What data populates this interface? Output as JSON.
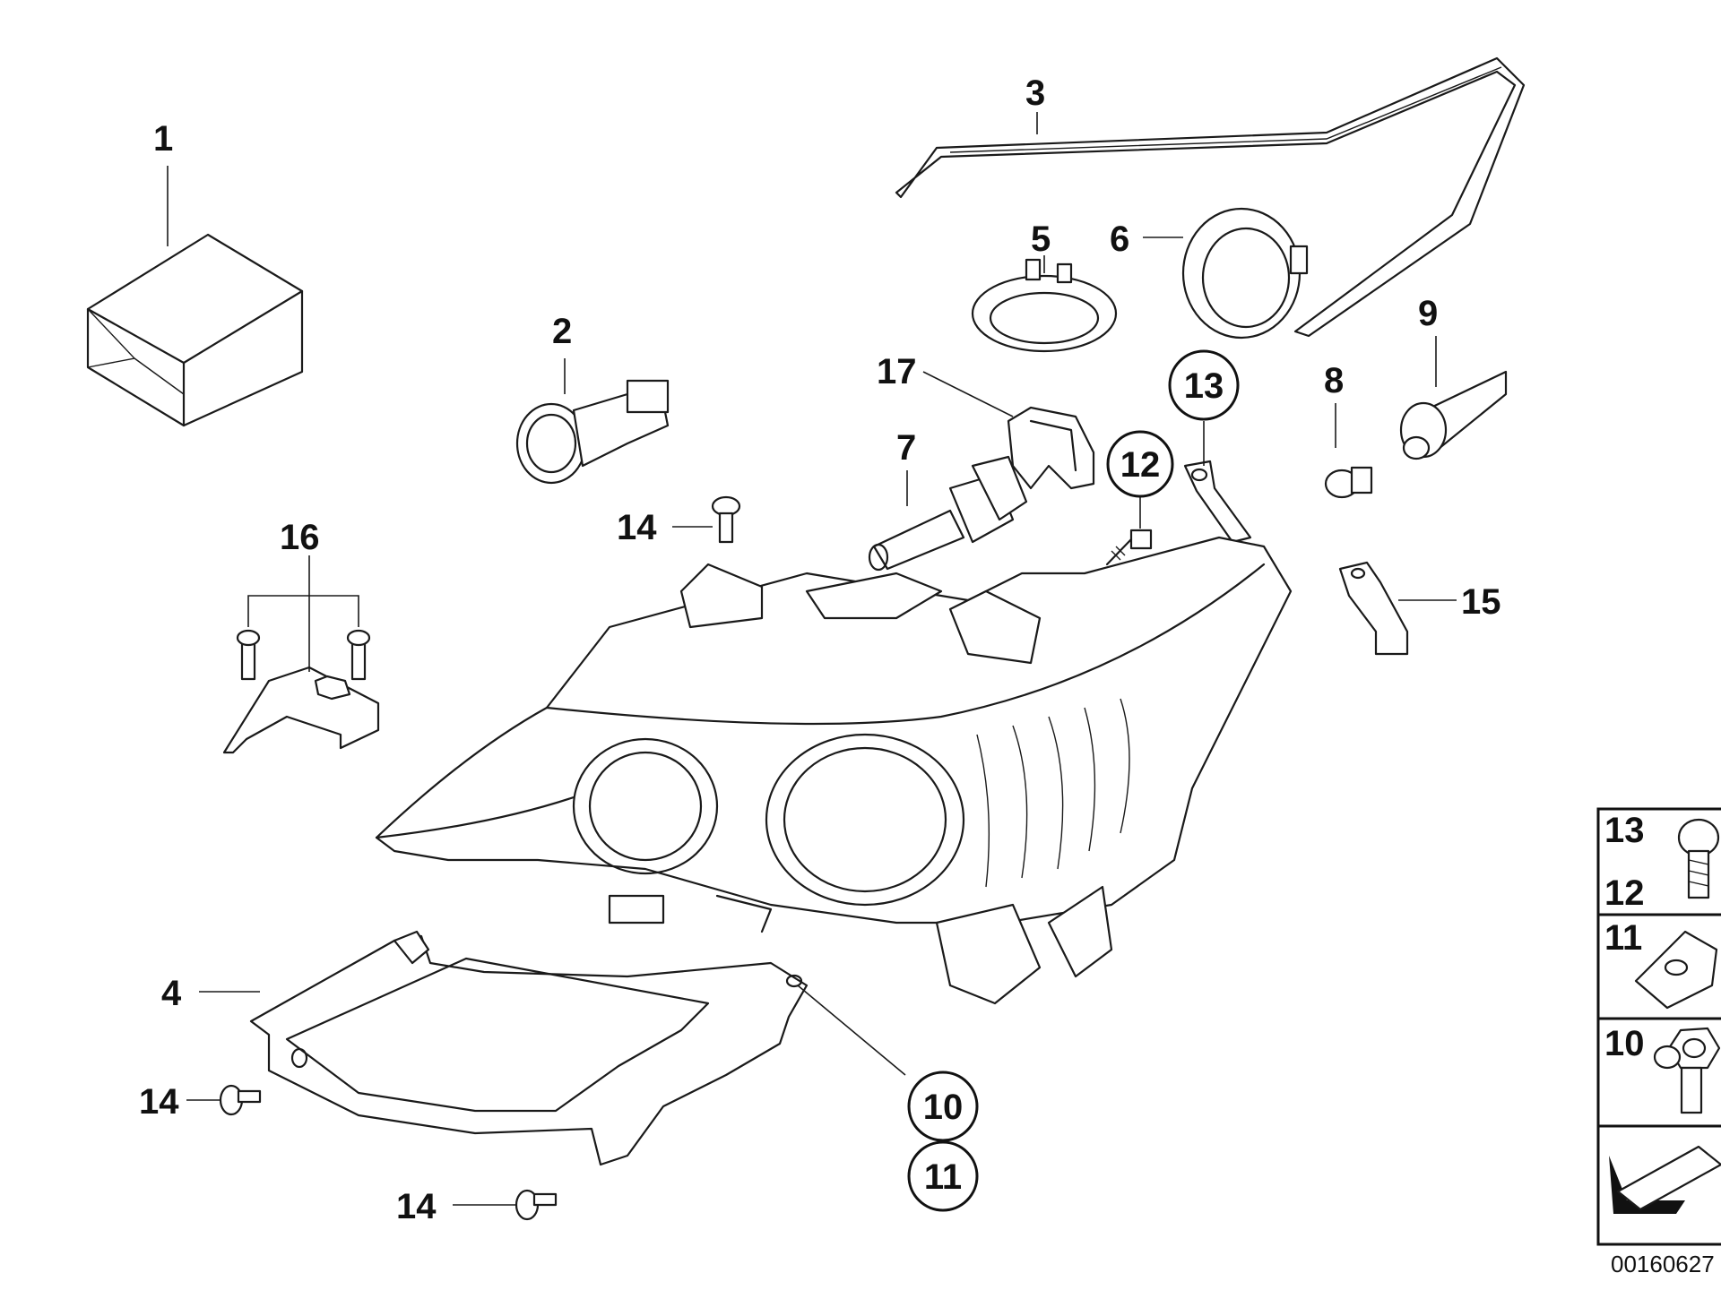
{
  "callouts": {
    "c1": "1",
    "c2": "2",
    "c3": "3",
    "c4": "4",
    "c5": "5",
    "c6": "6",
    "c7": "7",
    "c8": "8",
    "c9": "9",
    "c10": "10",
    "c11": "11",
    "c12": "12",
    "c13": "13",
    "c14a": "14",
    "c14b": "14",
    "c14c": "14",
    "c15": "15",
    "c16": "16",
    "c17": "17"
  },
  "legend": {
    "row1_top": "13",
    "row1_bottom": "12",
    "row2": "11",
    "row3": "10"
  },
  "catalog_number": "00160627"
}
